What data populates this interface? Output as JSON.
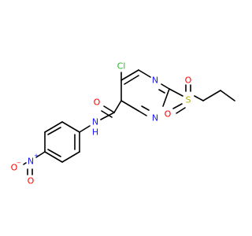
{
  "colors": {
    "carbon_bond": "#000000",
    "nitrogen": "#1a1aff",
    "oxygen": "#ff0000",
    "sulfur": "#b3b300",
    "chlorine": "#1fbf1f",
    "background": "#ffffff"
  },
  "atoms": {
    "cl": "Cl",
    "n_ring_top": "N",
    "n_ring_bottom": "N",
    "s": "S",
    "o_sulfonyl_top": "O",
    "o_sulfonyl_bottom": "O",
    "o_amide": "O",
    "n_amide": "N",
    "h_amide": "H",
    "n_nitro": "N",
    "n_nitro_charge": "+",
    "o_nitro_left": "O",
    "o_nitro_left_charge": "−",
    "o_nitro_right": "O"
  }
}
